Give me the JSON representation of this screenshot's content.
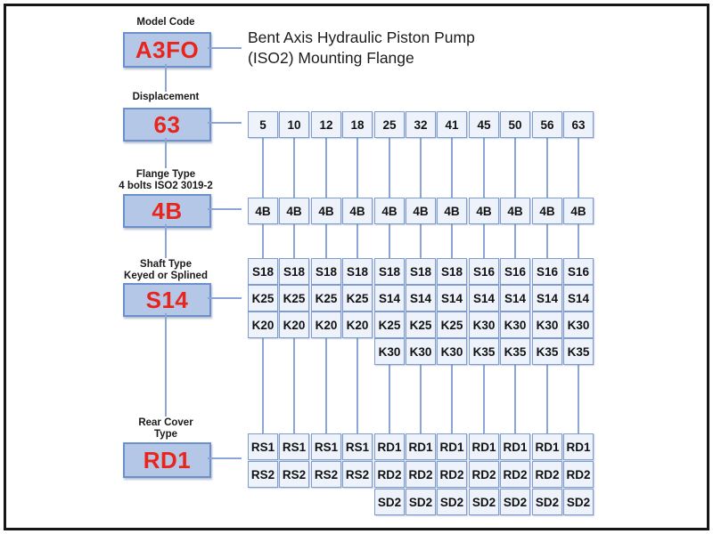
{
  "title": {
    "line1": "Bent Axis Hydraulic Piston Pump",
    "line2": "(ISO2) Mounting Flange"
  },
  "selectors": {
    "model_code": {
      "label1": "Model Code",
      "label2": "",
      "value": "A3FO"
    },
    "displacement": {
      "label1": "Displacement",
      "label2": "",
      "value": "63"
    },
    "flange_type": {
      "label1": "Flange Type",
      "label2": "4 bolts ISO2 3019-2",
      "value": "4B"
    },
    "shaft_type": {
      "label1": "Shaft Type",
      "label2": "Keyed or Splined",
      "value": "S14"
    },
    "rear_cover": {
      "label1": "Rear Cover",
      "label2": "Type",
      "value": "RD1"
    }
  },
  "grid": {
    "columns": [
      {
        "displacement": "5",
        "flange": "4B",
        "shaft_options": [
          "S18",
          "K25",
          "K20"
        ],
        "rear_cover_options": [
          "RS1",
          "RS2"
        ]
      },
      {
        "displacement": "10",
        "flange": "4B",
        "shaft_options": [
          "S18",
          "K25",
          "K20"
        ],
        "rear_cover_options": [
          "RS1",
          "RS2"
        ]
      },
      {
        "displacement": "12",
        "flange": "4B",
        "shaft_options": [
          "S18",
          "K25",
          "K20"
        ],
        "rear_cover_options": [
          "RS1",
          "RS2"
        ]
      },
      {
        "displacement": "18",
        "flange": "4B",
        "shaft_options": [
          "S18",
          "K25",
          "K20"
        ],
        "rear_cover_options": [
          "RS1",
          "RS2"
        ]
      },
      {
        "displacement": "25",
        "flange": "4B",
        "shaft_options": [
          "S18",
          "S14",
          "K25",
          "K30"
        ],
        "rear_cover_options": [
          "RD1",
          "RD2",
          "SD2"
        ]
      },
      {
        "displacement": "32",
        "flange": "4B",
        "shaft_options": [
          "S18",
          "S14",
          "K25",
          "K30"
        ],
        "rear_cover_options": [
          "RD1",
          "RD2",
          "SD2"
        ]
      },
      {
        "displacement": "41",
        "flange": "4B",
        "shaft_options": [
          "S18",
          "S14",
          "K25",
          "K30"
        ],
        "rear_cover_options": [
          "RD1",
          "RD2",
          "SD2"
        ]
      },
      {
        "displacement": "45",
        "flange": "4B",
        "shaft_options": [
          "S16",
          "S14",
          "K30",
          "K35"
        ],
        "rear_cover_options": [
          "RD1",
          "RD2",
          "SD2"
        ]
      },
      {
        "displacement": "50",
        "flange": "4B",
        "shaft_options": [
          "S16",
          "S14",
          "K30",
          "K35"
        ],
        "rear_cover_options": [
          "RD1",
          "RD2",
          "SD2"
        ]
      },
      {
        "displacement": "56",
        "flange": "4B",
        "shaft_options": [
          "S16",
          "S14",
          "K30",
          "K35"
        ],
        "rear_cover_options": [
          "RD1",
          "RD2",
          "SD2"
        ]
      },
      {
        "displacement": "63",
        "flange": "4B",
        "shaft_options": [
          "S16",
          "S14",
          "K30",
          "K35"
        ],
        "rear_cover_options": [
          "RD1",
          "RD2",
          "SD2"
        ]
      }
    ]
  },
  "colors": {
    "selected_box_fill": "#b5c7e6",
    "selected_box_border": "#6b90ca",
    "option_box_fill": "#edf2fb",
    "option_box_border": "#7e9ccf",
    "selected_value_text": "#e8251c",
    "option_text": "#121212",
    "connector_line": "#8ba6d6",
    "frame_border": "#161616"
  }
}
